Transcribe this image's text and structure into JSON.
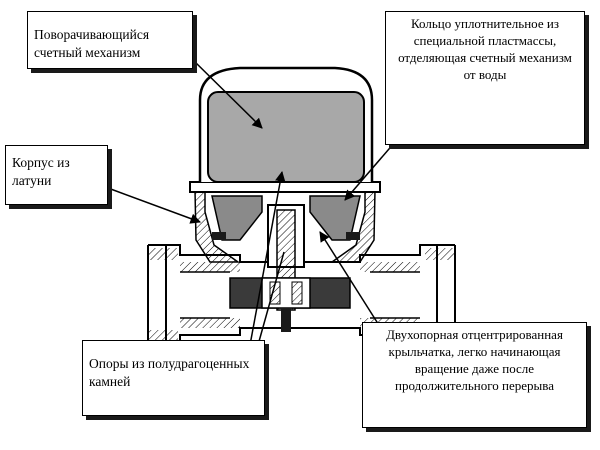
{
  "callouts": {
    "counting_mechanism": "Поворачивающийся счетный механизм",
    "sealing_ring": "Кольцо уплотнительное из специальной пластмассы, отделяющая счетный механизм от воды",
    "brass_body": "Корпус из латуни",
    "jewel_bearings": "Опоры из полудрагоценных камней",
    "impeller": "Двухопорная отцентрированная крыльчатка, легко начинающая вращение даже после продолжительного перерыва"
  },
  "colors": {
    "line": "#000000",
    "gray_fill": "#a8a8a8",
    "dark_fill": "#3a3a3a",
    "background": "#ffffff"
  }
}
